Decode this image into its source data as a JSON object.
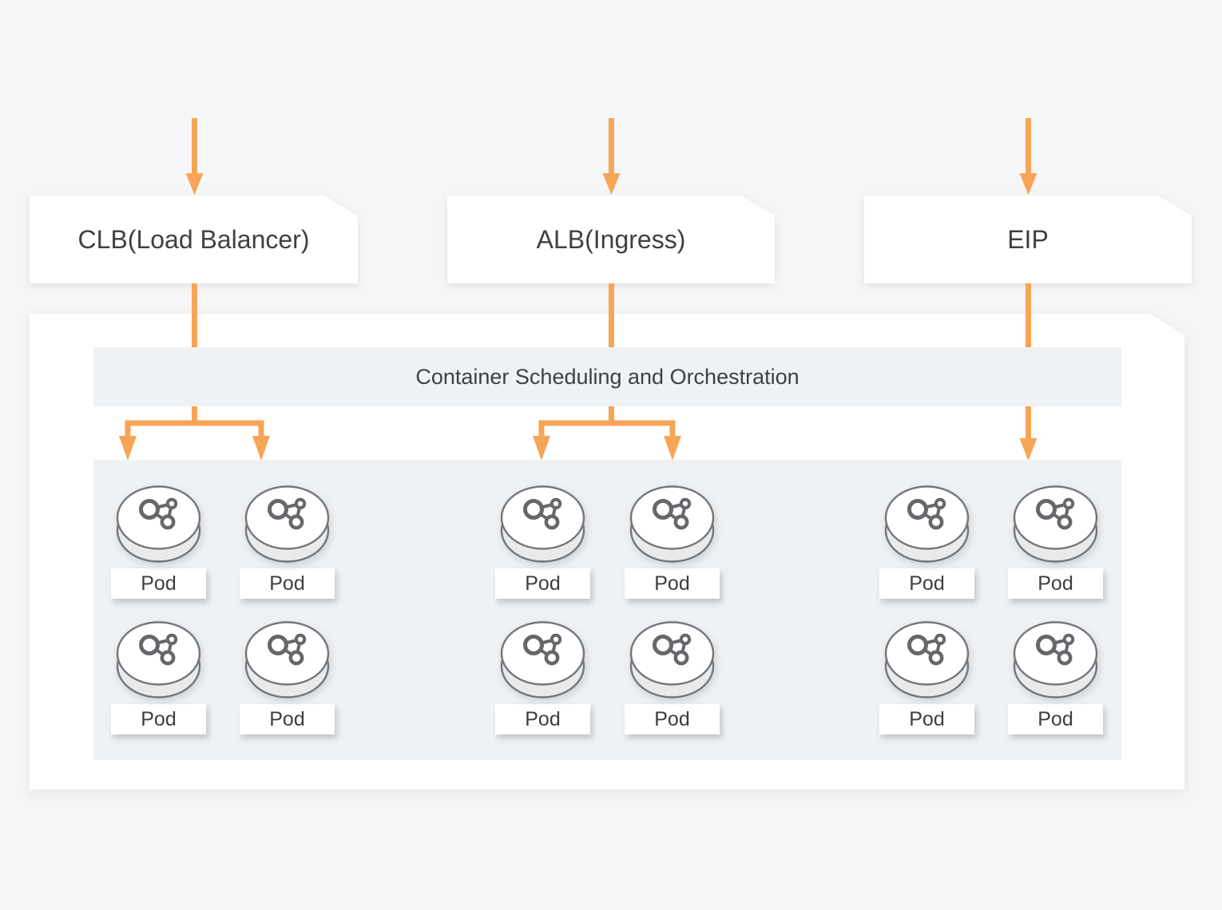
{
  "colors": {
    "accent_orange": "#f7a456",
    "canvas_background": "#f5f6f7",
    "panel_background": "#ffffff",
    "band_background": "#eff2f4",
    "text": "#3e3f42",
    "pod_outline": "#75767a"
  },
  "nodes": {
    "clb": "CLB(Load Balancer)",
    "alb": "ALB(Ingress)",
    "eip": "EIP"
  },
  "cluster": {
    "header": "Container Scheduling and Orchestration",
    "pod_label": "Pod",
    "group_count": 3,
    "pods_per_group": 4
  },
  "icons": {
    "pod": "pod-cylinder-icon",
    "flow": "orange-down-arrow"
  }
}
